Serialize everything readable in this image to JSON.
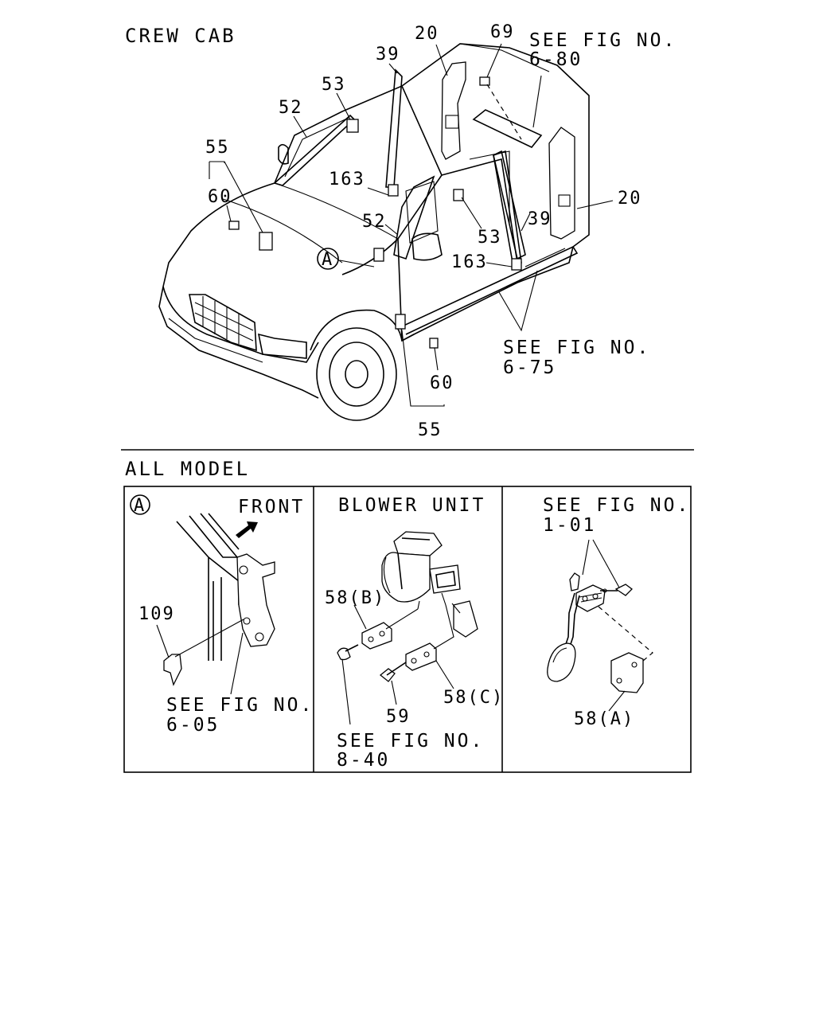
{
  "sections": {
    "top_title": "CREW CAB",
    "bottom_title": "ALL MODEL"
  },
  "top_labels": {
    "l20_top": "20",
    "l69": "69",
    "ref_680_a": "SEE FIG NO.",
    "ref_680_b": "6-80",
    "l39_top": "39",
    "l53_top": "53",
    "l52_top": "52",
    "l55_top": "55",
    "l60_top": "60",
    "l163_left": "163",
    "l52_mid": "52",
    "l53_mid": "53",
    "l39_mid": "39",
    "l20_right": "20",
    "l163_right": "163",
    "callout_a": "A",
    "ref_675_a": "SEE FIG NO.",
    "ref_675_b": "6-75",
    "l60_bottom": "60",
    "l55_bottom": "55"
  },
  "panel_a": {
    "marker": "A",
    "front": "FRONT",
    "l109": "109",
    "ref_a": "SEE FIG NO.",
    "ref_b": "6-05"
  },
  "panel_b": {
    "title": "BLOWER UNIT",
    "l58b": "58(B)",
    "l58c": "58(C)",
    "l59": "59",
    "ref_a": "SEE FIG NO.",
    "ref_b": "8-40"
  },
  "panel_c": {
    "ref_a": "SEE FIG NO.",
    "ref_b": "1-01",
    "l58a": "58(A)"
  }
}
